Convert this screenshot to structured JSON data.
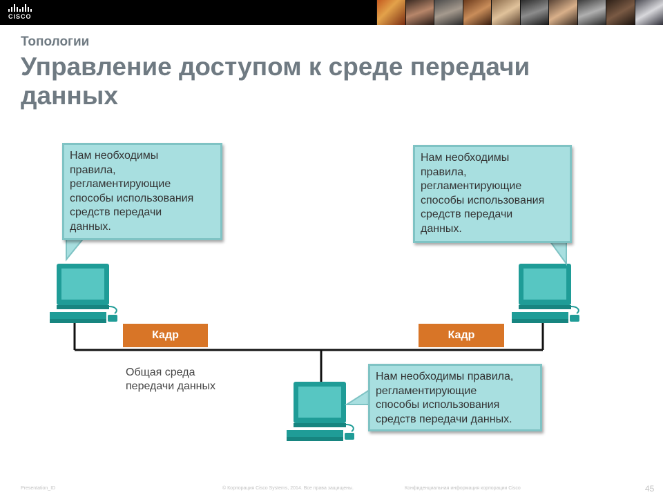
{
  "header": {
    "logo_text": "CISCO"
  },
  "slide": {
    "section": "Топологии",
    "title": "Управление доступом к среде передачи данных"
  },
  "diagram": {
    "bubble_left": "Нам необходимы\nправила,\nрегламентирующие\nспособы использования\nсредств передачи\nданных.",
    "bubble_right": "Нам необходимы\nправила,\nрегламентирующие\nспособы использования\nсредств передачи\nданных.",
    "bubble_bottom": "Нам необходимы правила,\nрегламентирующие\nспособы использования\nсредств передачи данных.",
    "frame_left": "Кадр",
    "frame_right": "Кадр",
    "medium_label": "Общая среда\nпередачи данных",
    "colors": {
      "bubble_fill": "#a8dfe0",
      "bubble_border": "#7fc3c4",
      "frame": "#d87527",
      "computer": "#1f9c97",
      "cable": "#111111"
    }
  },
  "footer": {
    "presentation_id": "Presentation_ID",
    "copyright": "© Корпорация Cisco Systems, 2014. Все права защищены.",
    "confidential": "Конфиденциальная информация корпорации Cisco",
    "page": "45"
  }
}
